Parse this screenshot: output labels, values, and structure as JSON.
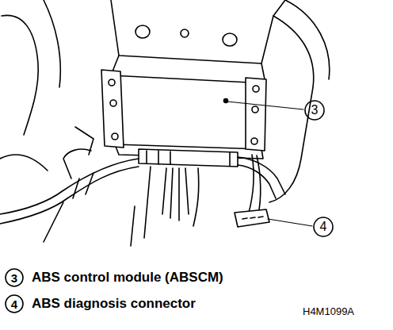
{
  "diagram": {
    "labels": [
      "3",
      "4",
      "3",
      "ABS control module (ABSCM)",
      "4",
      "ABS diagnosis connector",
      "H4M1099A"
    ]
  }
}
